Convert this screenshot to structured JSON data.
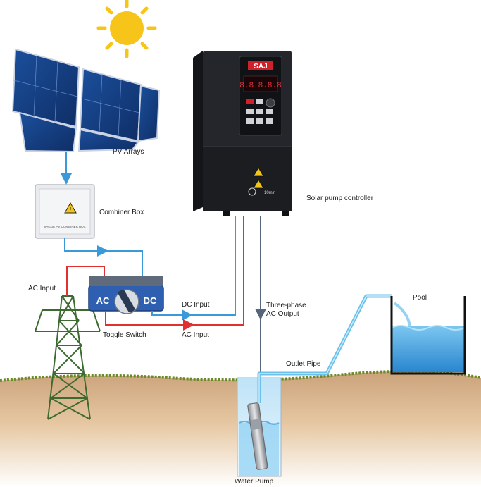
{
  "labels": {
    "pv_arrays": "PV Arrays",
    "combiner_box": "Combiner Box",
    "ac_input_top": "AC Input",
    "toggle_switch": "Toggle Switch",
    "dc_input": "DC Input",
    "ac_input_bottom": "AC Input",
    "controller": "Solar pump controller",
    "three_phase_line1": "Three-phase",
    "three_phase_line2": "AC Output",
    "pool": "Pool",
    "outlet_pipe": "Outlet Pipe",
    "water_pump": "Water Pump"
  },
  "device": {
    "brand": "SAJ",
    "switch_ac": "AC",
    "switch_dc": "DC",
    "warning_text": "10min",
    "combiner_plate": "SAGUE PV COMBINER BOX"
  },
  "colors": {
    "dc_line": "#3a9ad9",
    "ac_line": "#e03030",
    "output_line": "#55657a",
    "controller_body": "#24262b",
    "brand_red": "#d0202a",
    "water": "#4aa6e0",
    "soil": "#d9b48c",
    "grass": "#6a8a2a"
  },
  "icons": [
    "sun-icon",
    "warning-icon",
    "power-icon",
    "arrow-icon"
  ]
}
